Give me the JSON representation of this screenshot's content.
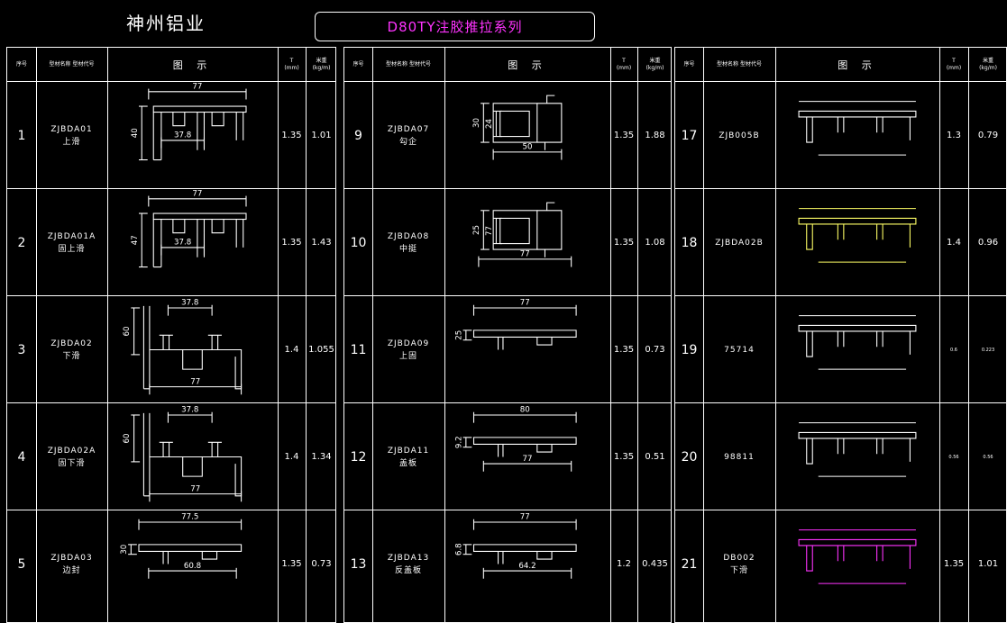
{
  "header": {
    "company": "神州铝业",
    "series_title": "D80TY注胶推拉系列"
  },
  "table_header": {
    "index_label": "序号",
    "name_label": "型材名称 型材代号",
    "figure_label": "图 示",
    "thickness_label": "T",
    "thickness_unit": "(mm)",
    "weight_label": "米重",
    "weight_unit": "(kg/m)"
  },
  "columns": [
    {
      "rows": [
        {
          "no": "1",
          "code": "ZJBDA01",
          "name": "上滑",
          "t": "1.35",
          "w": "1.01",
          "dims": [
            "77",
            "40",
            "37.8"
          ]
        },
        {
          "no": "2",
          "code": "ZJBDA01A",
          "name": "固上滑",
          "t": "1.35",
          "w": "1.43",
          "dims": [
            "77",
            "47",
            "37.8"
          ]
        },
        {
          "no": "3",
          "code": "ZJBDA02",
          "name": "下滑",
          "t": "1.4",
          "w": "1.055",
          "dims": [
            "37.8",
            "60",
            "77"
          ]
        },
        {
          "no": "4",
          "code": "ZJBDA02A",
          "name": "固下滑",
          "t": "1.4",
          "w": "1.34",
          "dims": [
            "37.8",
            "60",
            "77"
          ]
        },
        {
          "no": "5",
          "code": "ZJBDA03",
          "name": "边封",
          "t": "1.35",
          "w": "0.73",
          "dims": [
            "77.5",
            "30",
            "60.8"
          ]
        }
      ]
    },
    {
      "rows": [
        {
          "no": "9",
          "code": "ZJBDA07",
          "name": "勾企",
          "t": "1.35",
          "w": "1.88",
          "dims": [
            "30",
            "24",
            "50"
          ]
        },
        {
          "no": "10",
          "code": "ZJBDA08",
          "name": "中挺",
          "t": "1.35",
          "w": "1.08",
          "dims": [
            "25",
            "77"
          ]
        },
        {
          "no": "11",
          "code": "ZJBDA09",
          "name": "上固",
          "t": "1.35",
          "w": "0.73",
          "dims": [
            "77",
            "25"
          ]
        },
        {
          "no": "12",
          "code": "ZJBDA11",
          "name": "盖板",
          "t": "1.35",
          "w": "0.51",
          "dims": [
            "80",
            "9.2",
            "77"
          ]
        },
        {
          "no": "13",
          "code": "ZJBDA13",
          "name": "反盖板",
          "t": "1.2",
          "w": "0.435",
          "dims": [
            "77",
            "6.8",
            "64.2"
          ]
        }
      ]
    },
    {
      "rows": [
        {
          "no": "17",
          "code": "ZJB005B",
          "name": "",
          "t": "1.3",
          "w": "0.79",
          "dims": []
        },
        {
          "no": "18",
          "code": "ZJBDA02B",
          "name": "",
          "t": "1.4",
          "w": "0.96",
          "dims": []
        },
        {
          "no": "19",
          "code": "75714",
          "name": "",
          "t": "0.6",
          "w": "0.223",
          "dims": []
        },
        {
          "no": "20",
          "code": "98811",
          "name": "",
          "t": "0.56",
          "w": "0.56",
          "dims": []
        },
        {
          "no": "21",
          "code": "DB002",
          "name": "下滑",
          "t": "1.35",
          "w": "1.01",
          "dims": []
        }
      ]
    }
  ],
  "colors": {
    "background": "#000000",
    "lines": "#ffffff",
    "title": "#ff33ff",
    "highlight": "#ffff66",
    "magenta": "#ff33ff"
  }
}
